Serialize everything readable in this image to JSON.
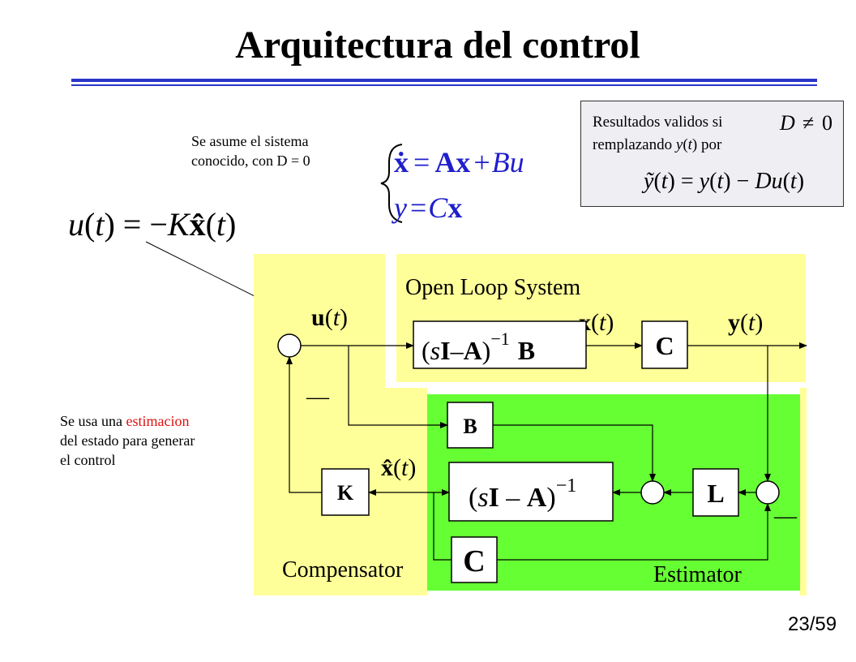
{
  "title": "Arquitectura del control",
  "note_system": [
    "Se asume el sistema",
    "conocido, con D = 0"
  ],
  "note_estimate": {
    "prefix": "Se usa una ",
    "highlight": "estimacion",
    "line2": "del estado para generar",
    "line3": "el control"
  },
  "box_results": {
    "line1": "Resultados validos si",
    "line2_a": "remplazando ",
    "line2_y": "y",
    "line2_b": "(",
    "line2_t": "t",
    "line2_c": ") por"
  },
  "blocks": {
    "open_loop_label": "Open Loop System",
    "compensator_label": "Compensator",
    "estimator_label": "Estimator",
    "C": "C",
    "B": "B",
    "K": "K",
    "L": "L"
  },
  "minus_sign": "—",
  "page": {
    "current": "23",
    "total": "59"
  },
  "colors": {
    "yellow": "#ffff99",
    "green": "#66ff33",
    "rule_blue": "#2a35c8",
    "eq_blue": "#1f1fcc",
    "red": "#e01010"
  }
}
